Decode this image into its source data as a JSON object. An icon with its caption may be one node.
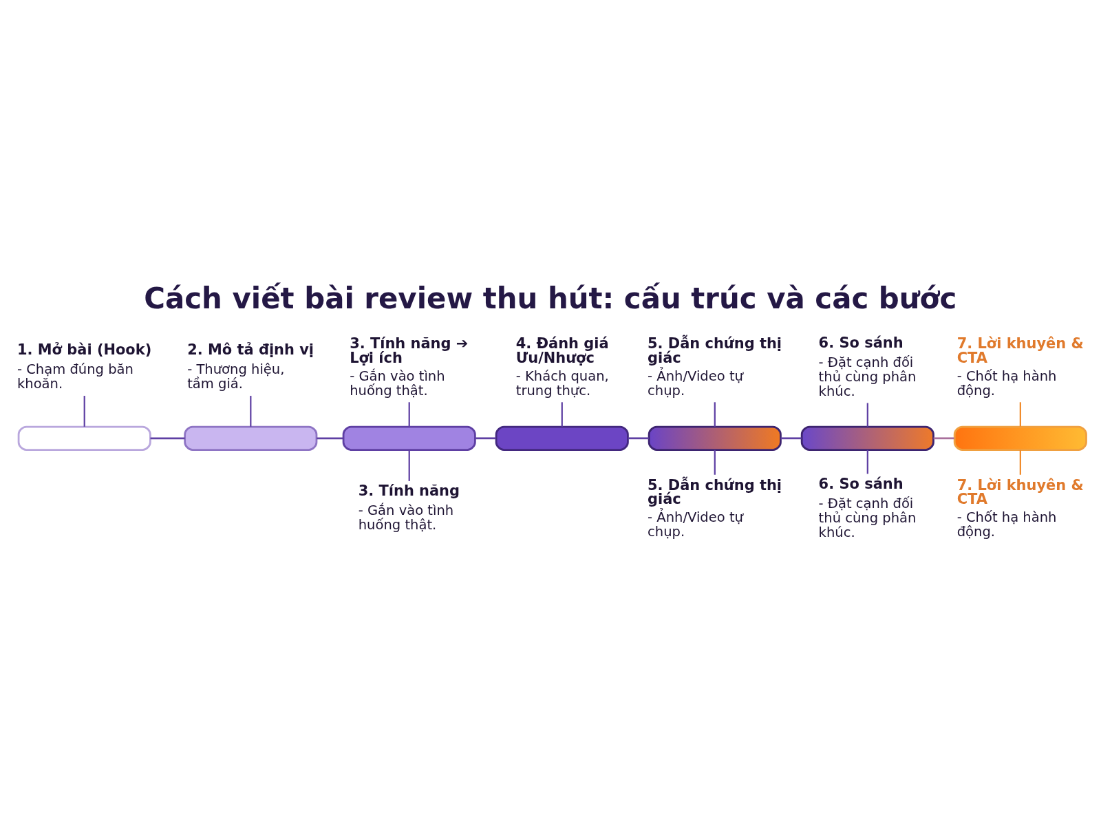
{
  "diagram": {
    "title": "Cách viết bài review thu hút: cấu trúc và các bước",
    "nodes": [
      {
        "text": [
          "1. Mở bài (Hook)",
          "- Chạm đúng băn khoăn."
        ]
      },
      {
        "text": [],
        "shape": "bar"
      },
      {
        "text": [
          "2. Mô tả định vị",
          "- Thương hiệu, tầm giá."
        ]
      },
      {
        "text": [],
        "shape": "bar"
      },
      {
        "text": [
          "3. Tính năng ➔ Lợi ích",
          "- Gắn vào tình huống thật."
        ]
      },
      {
        "text": [],
        "shape": "bar"
      },
      {
        "text": [
          "3. Tính năng",
          "- Gắn vào tình huống thật."
        ]
      },
      {
        "text": [
          "4. Đánh giá Ưu/Nhược",
          "- Khách quan, trung thực."
        ]
      },
      {
        "text": [],
        "shape": "bar"
      },
      {
        "text": [
          "5. Dẫn chứng thị giác",
          "- Ảnh/Video tự chụp."
        ]
      },
      {
        "text": [],
        "shape": "bar"
      },
      {
        "text": [
          "5. Dẫn chứng thị giác",
          "- Ảnh/Video tự chụp."
        ]
      },
      {
        "text": [
          "6. So sánh",
          "- Đặt cạnh đối thủ cùng phân khúc."
        ]
      },
      {
        "text": [],
        "shape": "bar"
      },
      {
        "text": [
          "6. So sánh",
          "- Đặt cạnh đối thủ cùng phân khúc."
        ]
      },
      {
        "text": [
          "7. Lời khuyên & CTA",
          "- Chốt hạ hành động."
        ]
      },
      {
        "text": [],
        "shape": "bar"
      },
      {
        "text": [
          "7. Lời khuyên & CTA",
          "- Chốt hạ hành động."
        ]
      }
    ],
    "edges": [
      {
        "from": 1,
        "to": 3,
        "arrow": "none"
      },
      {
        "from": 3,
        "to": 5,
        "arrow": "none"
      },
      {
        "from": 5,
        "to": 8,
        "arrow": "none"
      },
      {
        "from": 8,
        "to": 10,
        "arrow": "none"
      },
      {
        "from": 10,
        "to": 13,
        "arrow": "none"
      },
      {
        "from": 13,
        "to": 16,
        "arrow": "none",
        "color": "#a8709c"
      },
      {
        "from": 0,
        "to": 1,
        "arrow": "none"
      },
      {
        "from": 2,
        "to": 3,
        "arrow": "none"
      },
      {
        "from": 4,
        "to": 5,
        "arrow": "none"
      },
      {
        "from": 5,
        "to": 6,
        "arrow": "none"
      },
      {
        "from": 7,
        "to": 8,
        "arrow": "none"
      },
      {
        "from": 9,
        "to": 10,
        "arrow": "none"
      },
      {
        "from": 10,
        "to": 11,
        "arrow": "none"
      },
      {
        "from": 12,
        "to": 13,
        "arrow": "none"
      },
      {
        "from": 13,
        "to": 14,
        "arrow": "none"
      },
      {
        "from": 15,
        "to": 16,
        "arrow": "none",
        "color": "#f08a2a"
      },
      {
        "from": 16,
        "to": 17,
        "arrow": "none",
        "color": "#f08a2a"
      }
    ]
  }
}
